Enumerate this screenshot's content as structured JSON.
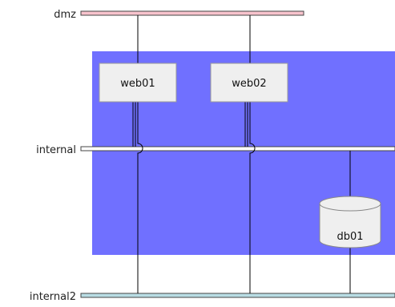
{
  "networks": {
    "dmz": {
      "label": "dmz",
      "color": "#f7c3cd"
    },
    "internal": {
      "label": "internal",
      "color": "#ffffff"
    },
    "internal2": {
      "label": "internal2",
      "color": "#b9dde4"
    }
  },
  "group": {
    "color": "#7070ff"
  },
  "nodes": {
    "web01": {
      "label": "web01",
      "shape": "box"
    },
    "web02": {
      "label": "web02",
      "shape": "box"
    },
    "db01": {
      "label": "db01",
      "shape": "cylinder"
    }
  },
  "colors": {
    "node_fill": "#efefef",
    "node_stroke": "#888888",
    "line": "#000000"
  }
}
